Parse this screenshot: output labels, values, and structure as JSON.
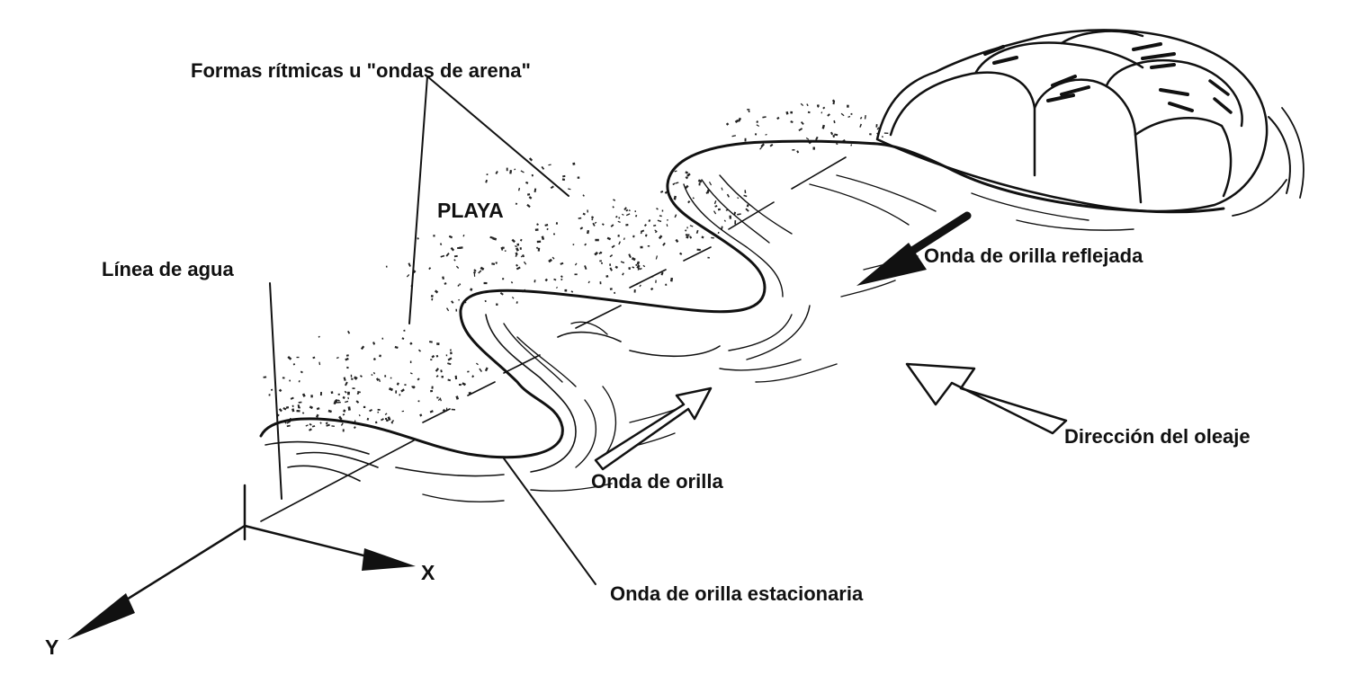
{
  "labels": {
    "rhythmic_forms": "Formas rítmicas u \"ondas de arena\"",
    "beach": "PLAYA",
    "waterline": "Línea de agua",
    "reflected_edge_wave": "Onda de orilla reflejada",
    "wave_direction": "Dirección del oleaje",
    "edge_wave": "Onda de orilla",
    "standing_edge_wave": "Onda de orilla estacionaria",
    "axis_x": "X",
    "axis_y": "Y"
  },
  "icons": {
    "reflected_wave_arrow": "solid-arrow-icon",
    "wave_direction_arrow": "hollow-arrow-icon",
    "edge_wave_arrow": "hollow-arrow-icon",
    "boulders": "rock-breakwater-icon"
  },
  "colors": {
    "ink": "#111111",
    "background": "#ffffff"
  }
}
